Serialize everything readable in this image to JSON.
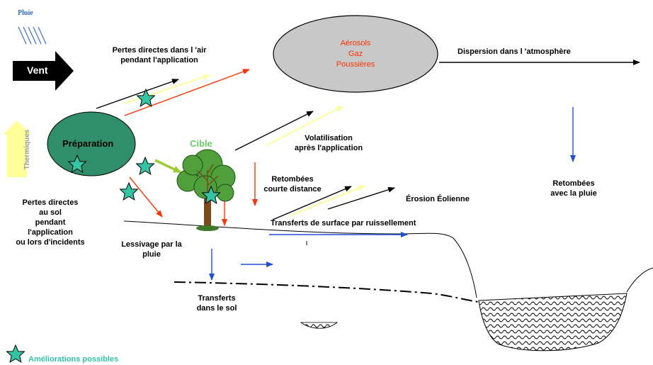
{
  "colors": {
    "star": "#33c4a4",
    "preparation": "#2f8f6a",
    "aerosol_cloud": "#c8c8c8",
    "arrow_red": "#ff3300",
    "arrow_yellow": "#ffff99",
    "arrow_blue": "#1f4fd6",
    "arrow_green": "#99cc33",
    "legend_text": "#33c4a4",
    "cible_text": "#66cc66",
    "thermiques_fill": "#ffff99",
    "pluie_text": "#3366cc"
  },
  "labels": {
    "pluie": "Pluie",
    "vent": "Vent",
    "thermiques": "Thermiques",
    "preparation": "Préparation",
    "cible": "Cible",
    "aerosols_line1": "Aérosols",
    "aerosols_line2": "Gaz",
    "aerosols_line3": "Poussières",
    "pertes_air_line1": "Pertes directes dans l 'air",
    "pertes_air_line2": "pendant l'application",
    "dispersion": "Dispersion  dans l 'atmosphère",
    "volatilisation_line1": "Volatilisation",
    "volatilisation_line2": "après l'application",
    "retombees_courte_line1": "Retombées",
    "retombees_courte_line2": "courte distance",
    "erosion": "Érosion  Éolienne",
    "retombees_pluie_line1": "Retombées",
    "retombees_pluie_line2": "avec la pluie",
    "pertes_sol_line1": "Pertes directes",
    "pertes_sol_line2": "au sol",
    "pertes_sol_line3": "pendant",
    "pertes_sol_line4": "l'application",
    "pertes_sol_line5": "ou lors d'incidents",
    "lessivage_line1": "Lessivage par la",
    "lessivage_line2": "pluie",
    "transferts_surface": "Transferts de surface par ruissellement",
    "transferts_sol_line1": "Transferts",
    "transferts_sol_line2": "dans le sol",
    "legend": "Améliorations  possibles"
  },
  "icons": [
    "rain-icon",
    "wind-arrow-icon",
    "thermal-arrow-icon",
    "star-icon",
    "tree-icon",
    "water-body-icon"
  ]
}
